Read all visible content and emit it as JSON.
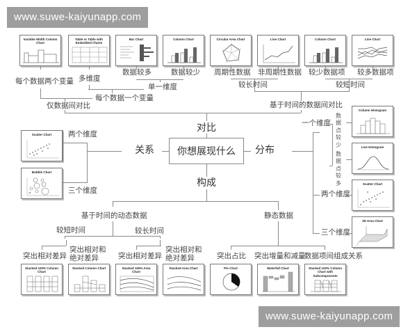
{
  "watermarks": {
    "top": "www.suwe-kaiyunapp.com",
    "bottom": "www.suwe-kaiyunapp.com"
  },
  "center": {
    "question": "你想展现什么",
    "branches": {
      "comparison": "对比",
      "relationship": "关系",
      "distribution": "分布",
      "composition": "构成"
    }
  },
  "comparison": {
    "among_items": "仅数据间对比",
    "over_time": "基于时间的数据间对比",
    "two_vars_per_item": "每个数据两个变量",
    "one_var_per_item": "每个数据一个变量",
    "multi_dim": "多维度",
    "single_dim": "单一维度",
    "many_items": "数据较多",
    "few_items": "数据较少",
    "long_time": "较长时间",
    "short_time": "较短时间",
    "cyclical": "周期性数据",
    "non_cyclical": "非周期性数据",
    "few_categories": "较少数据项",
    "many_categories": "较多数据项",
    "cards": [
      {
        "title": "Variable Width Column Chart"
      },
      {
        "title": "Table or Table with Embedded Charts"
      },
      {
        "title": "Bar Chart"
      },
      {
        "title": "Column Chart"
      },
      {
        "title": "Circular Area Chart"
      },
      {
        "title": "Line Chart"
      },
      {
        "title": "Column Chart"
      },
      {
        "title": "Line Chart"
      }
    ]
  },
  "relationship": {
    "two_vars": "两个维度",
    "three_vars": "三个维度",
    "cards": [
      {
        "title": "Scatter Chart"
      },
      {
        "title": "Bubble Chart"
      }
    ]
  },
  "distribution": {
    "single_var": "一个维度",
    "few_points": "数据点较少",
    "many_points": "数据点较多",
    "two_vars": "两个维度",
    "three_vars": "三个维度",
    "cards": [
      {
        "title": "Column Histogram"
      },
      {
        "title": "Line Histogram"
      },
      {
        "title": "Scatter Chart"
      },
      {
        "title": "3D Area Chart"
      }
    ]
  },
  "composition": {
    "changing_over_time": "基于时间的动态数据",
    "static": "静态数据",
    "few_periods": "较短时间",
    "many_periods": "较长时间",
    "relative_only_1": "突出相对差异",
    "relative_absolute_1": "突出相对和绝对差异",
    "relative_only_2": "突出相对差异",
    "relative_absolute_2": "突出相对和绝对差异",
    "share_of_total": "突出占比",
    "accumulation": "突出增量和减量",
    "components": "数据项间组成关系",
    "cards": [
      {
        "title": "Stacked 100% Column Chart"
      },
      {
        "title": "Stacked Column Chart"
      },
      {
        "title": "Stacked 100% Area Chart"
      },
      {
        "title": "Stacked Area Chart"
      },
      {
        "title": "Pie Chart"
      },
      {
        "title": "Waterfall Chart"
      },
      {
        "title": "Stacked 100% Column Chart with Subcomponents"
      }
    ]
  }
}
